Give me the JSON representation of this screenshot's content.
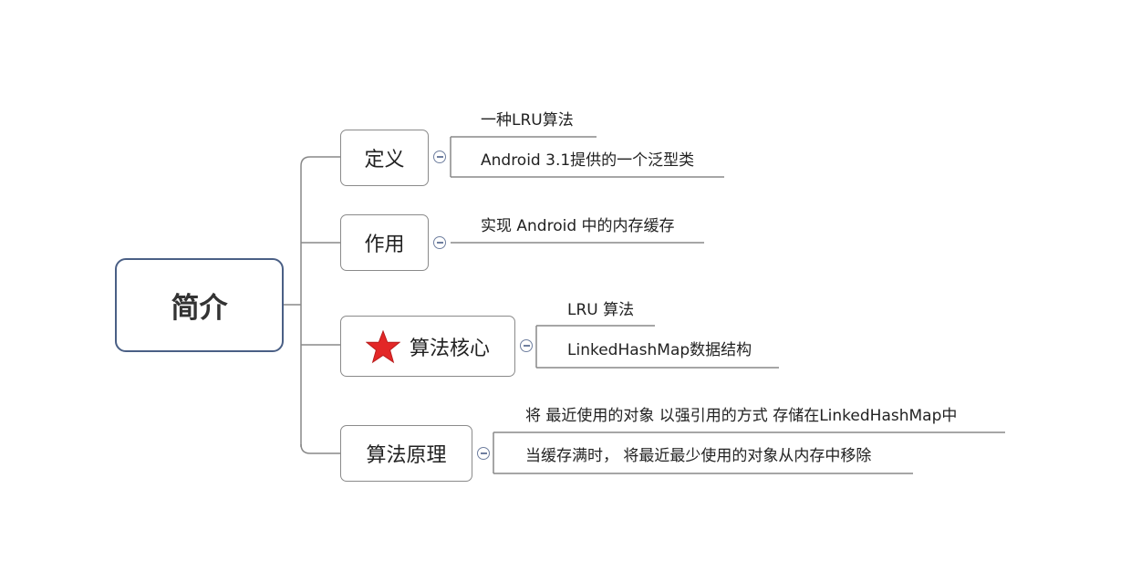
{
  "root": {
    "label": "简介"
  },
  "branches": [
    {
      "label": "定义",
      "leaves": [
        "一种LRU算法",
        "Android 3.1提供的一个泛型类"
      ]
    },
    {
      "label": "作用",
      "leaves": [
        "实现 Android 中的内存缓存"
      ]
    },
    {
      "label": "算法核心",
      "icon": "red-star-icon",
      "leaves": [
        "LRU 算法",
        "LinkedHashMap数据结构"
      ]
    },
    {
      "label": "算法原理",
      "leaves": [
        "将 最近使用的对象 以强引用的方式 存储在LinkedHashMap中",
        "当缓存满时， 将最近最少使用的对象从内存中移除"
      ]
    }
  ],
  "colors": {
    "line": "#888888",
    "root_border": "#4a5f85",
    "star": "#e32727",
    "toggle": "#6f7f9f"
  }
}
